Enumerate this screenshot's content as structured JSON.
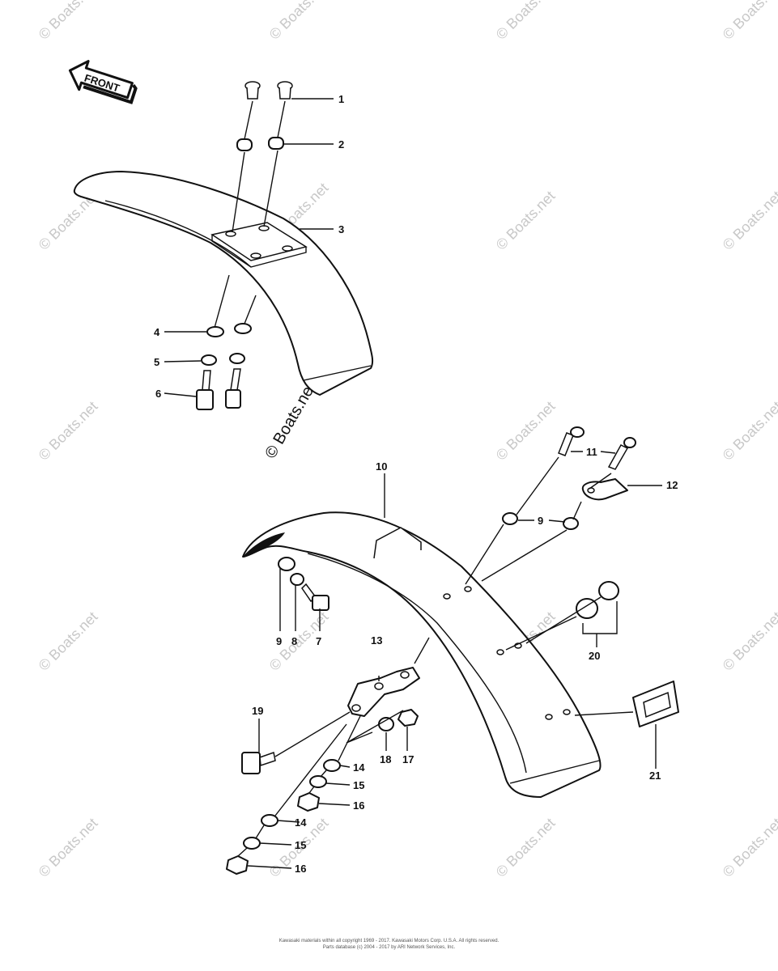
{
  "front_label": "FRONT",
  "watermark": "© Boats.net",
  "callouts": {
    "c1": "1",
    "c2": "2",
    "c3": "3",
    "c4": "4",
    "c5": "5",
    "c6": "6",
    "c7": "7",
    "c8": "8",
    "c9a": "9",
    "c9b": "9",
    "c10": "10",
    "c11": "11",
    "c12": "12",
    "c13": "13",
    "c14a": "14",
    "c14b": "14",
    "c15a": "15",
    "c15b": "15",
    "c16a": "16",
    "c16b": "16",
    "c17": "17",
    "c18": "18",
    "c19": "19",
    "c20": "20",
    "c21": "21"
  },
  "footer": {
    "line1": "Kawasaki materials within all copyright 1969 - 2017. Kawasaki Motors Corp. U.S.A. All rights reserved.",
    "line2": "Parts database (c) 2004 - 2017 by ARI Network Services, Inc."
  }
}
